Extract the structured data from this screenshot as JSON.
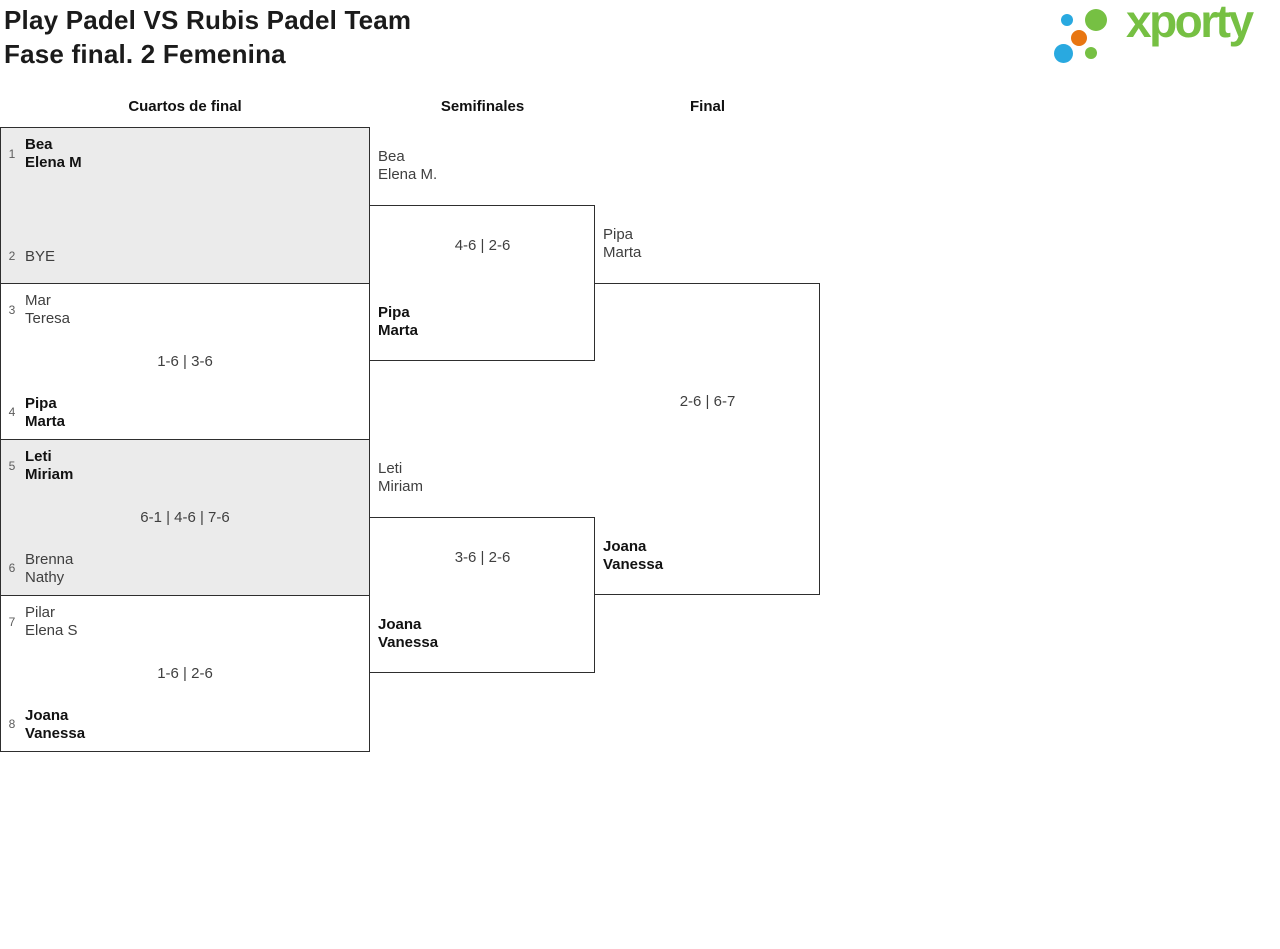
{
  "page": {
    "title_line1": "Play Padel VS Rubis Padel Team",
    "title_line2": "Fase final. 2 Femenina"
  },
  "logo": {
    "brand": "xporty"
  },
  "rounds": {
    "r1": "Cuartos de final",
    "r2": "Semifinales",
    "r3": "Final"
  },
  "bracket": {
    "qf": [
      {
        "seed_a": "1",
        "team_a": [
          "Bea",
          "Elena M"
        ],
        "seed_b": "2",
        "team_b": [
          "BYE"
        ],
        "score": "",
        "winner": "a"
      },
      {
        "seed_a": "3",
        "team_a": [
          "Mar",
          "Teresa"
        ],
        "seed_b": "4",
        "team_b": [
          "Pipa",
          "Marta"
        ],
        "score": "1-6 | 3-6",
        "winner": "b"
      },
      {
        "seed_a": "5",
        "team_a": [
          "Leti",
          "Miriam"
        ],
        "seed_b": "6",
        "team_b": [
          "Brenna",
          "Nathy"
        ],
        "score": "6-1 | 4-6 | 7-6",
        "winner": "a"
      },
      {
        "seed_a": "7",
        "team_a": [
          "Pilar",
          "Elena S"
        ],
        "seed_b": "8",
        "team_b": [
          "Joana",
          "Vanessa"
        ],
        "score": "1-6 | 2-6",
        "winner": "b"
      }
    ],
    "sf": [
      {
        "team_a": [
          "Bea",
          "Elena M."
        ],
        "team_b": [
          "Pipa",
          "Marta"
        ],
        "score": "4-6 | 2-6",
        "winner": "b"
      },
      {
        "team_a": [
          "Leti",
          "Miriam"
        ],
        "team_b": [
          "Joana",
          "Vanessa"
        ],
        "score": "3-6 | 2-6",
        "winner": "b"
      }
    ],
    "final": {
      "team_a": [
        "Pipa",
        "Marta"
      ],
      "team_b": [
        "Joana",
        "Vanessa"
      ],
      "score": "2-6 | 6-7",
      "winner": "b"
    }
  },
  "colors": {
    "brand_green": "#76c043",
    "brand_blue": "#29a9e0",
    "brand_orange": "#e87611",
    "box_fill": "#ebebeb",
    "line": "#2e2e2e"
  }
}
